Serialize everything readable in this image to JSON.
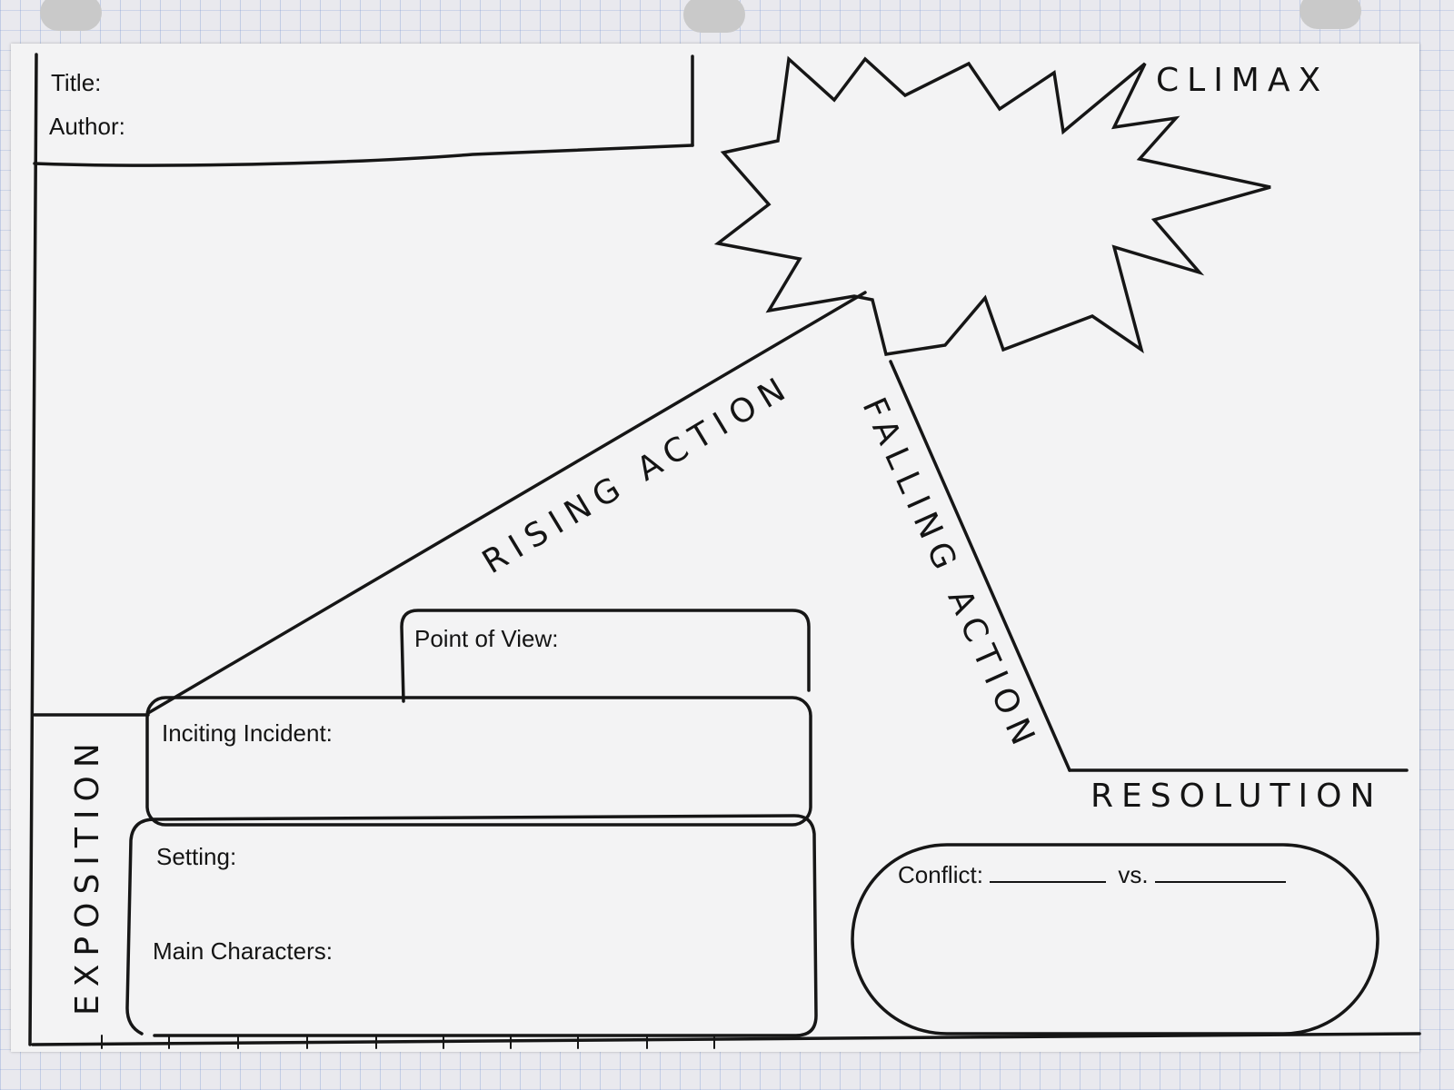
{
  "header": {
    "title_label": "Title:",
    "author_label": "Author:"
  },
  "stages": {
    "climax": "CLIMAX",
    "rising_action": "RISING ACTION",
    "falling_action": "FALLING ACTION",
    "resolution": "RESOLUTION",
    "exposition": "EXPOSITION"
  },
  "boxes": {
    "point_of_view": "Point of View:",
    "inciting_incident": "Inciting Incident:",
    "setting": "Setting:",
    "main_characters": "Main Characters:"
  },
  "conflict": {
    "label": "Conflict:",
    "vs": "vs."
  }
}
